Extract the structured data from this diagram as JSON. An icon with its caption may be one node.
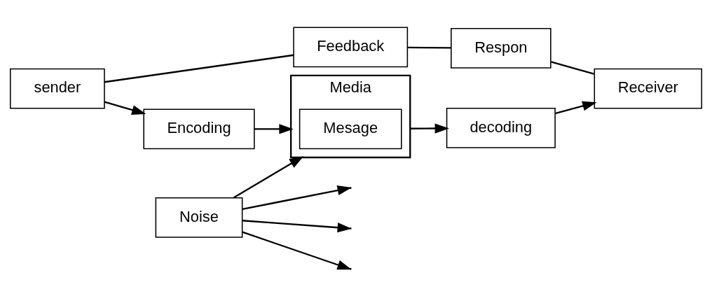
{
  "diagram": {
    "nodes": [
      {
        "text": [
          "sender"
        ]
      },
      {
        "text": [
          "Encoding"
        ]
      },
      {
        "text": [
          "Media"
        ]
      },
      {
        "text": [
          "Mesage"
        ],
        "in": 2
      },
      {
        "text": [
          "decoding"
        ]
      },
      {
        "text": [
          "Receiver"
        ]
      },
      {
        "text": [
          "Noise"
        ]
      },
      {
        "text": [
          "Feedback"
        ]
      },
      {
        "text": [
          "Respon"
        ]
      }
    ],
    "edges": [
      {
        "from": 0,
        "to": 1,
        "arrow": "to"
      },
      {
        "from": 1,
        "to": 2,
        "arrow": "to"
      },
      {
        "from": 2,
        "to": 4,
        "arrow": "to"
      },
      {
        "from": 4,
        "to": 5,
        "arrow": "to"
      },
      {
        "from": 6,
        "to": 2,
        "arrow": "to"
      },
      {
        "from": 6,
        "to": null,
        "arrow": "to"
      },
      {
        "from": 6,
        "to": null,
        "arrow": "to"
      },
      {
        "from": 6,
        "to": null,
        "arrow": "to"
      },
      {
        "from": 0,
        "to": 7,
        "arrow": "none"
      },
      {
        "from": 7,
        "to": 8,
        "arrow": "none"
      },
      {
        "from": 8,
        "to": 5,
        "arrow": "none"
      }
    ]
  }
}
